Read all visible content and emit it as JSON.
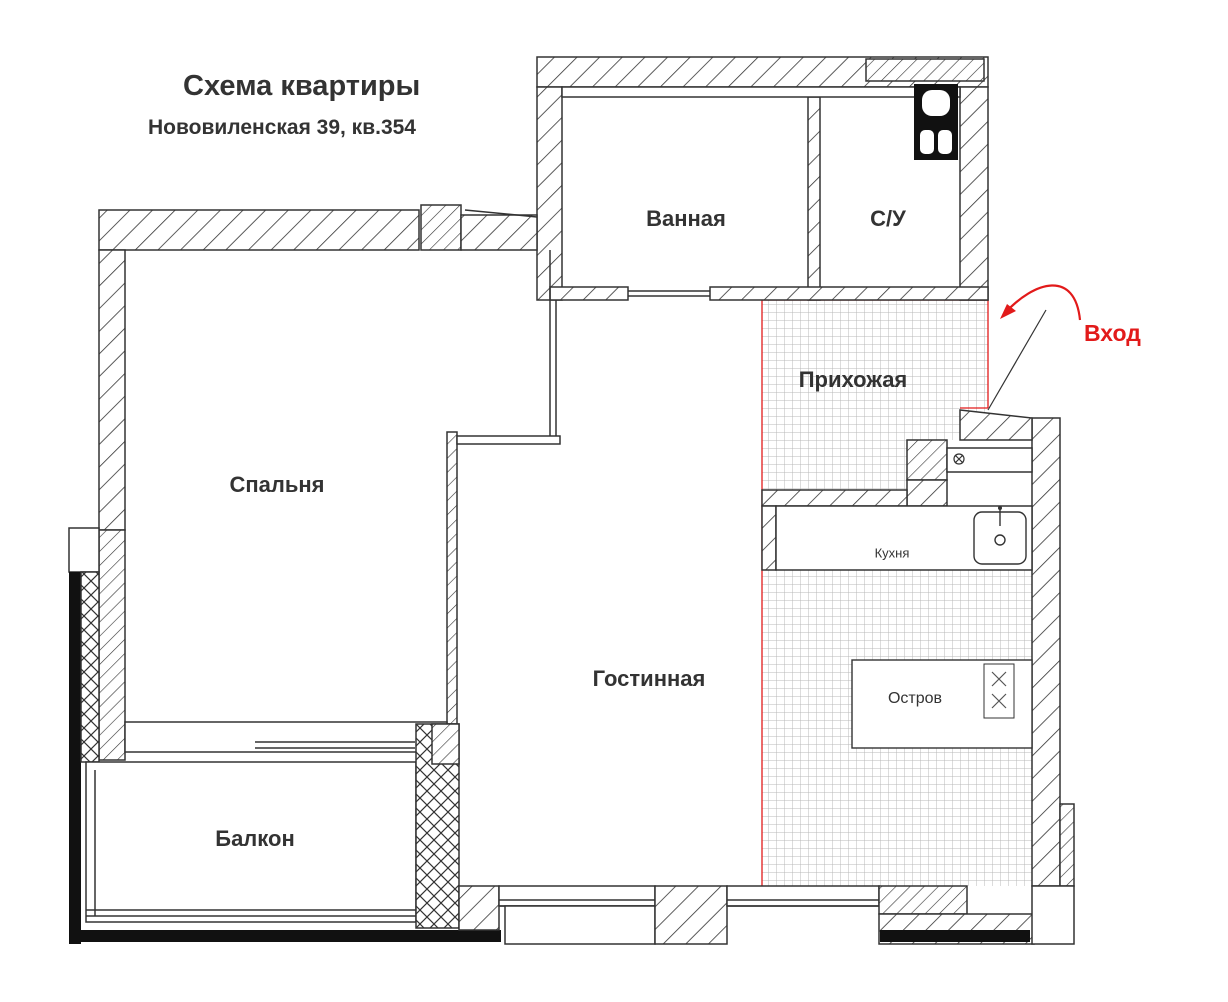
{
  "plan": {
    "title": "Схема квартиры",
    "subtitle": "Нововиленская 39, кв.354",
    "entrance_label": "Вход",
    "rooms": {
      "bathroom": "Ванная",
      "wc": "С/У",
      "hallway": "Прихожая",
      "bedroom": "Спальня",
      "kitchen": "Кухня",
      "living": "Гостинная",
      "island": "Остров",
      "balcony": "Балкон"
    }
  },
  "colors": {
    "wall_outline": "#333333",
    "wall_fill": "#ffffff",
    "hatch": "#333333",
    "tile_grid": "#b8b8b8",
    "accent_red": "#e21a1a",
    "text": "#333333"
  }
}
